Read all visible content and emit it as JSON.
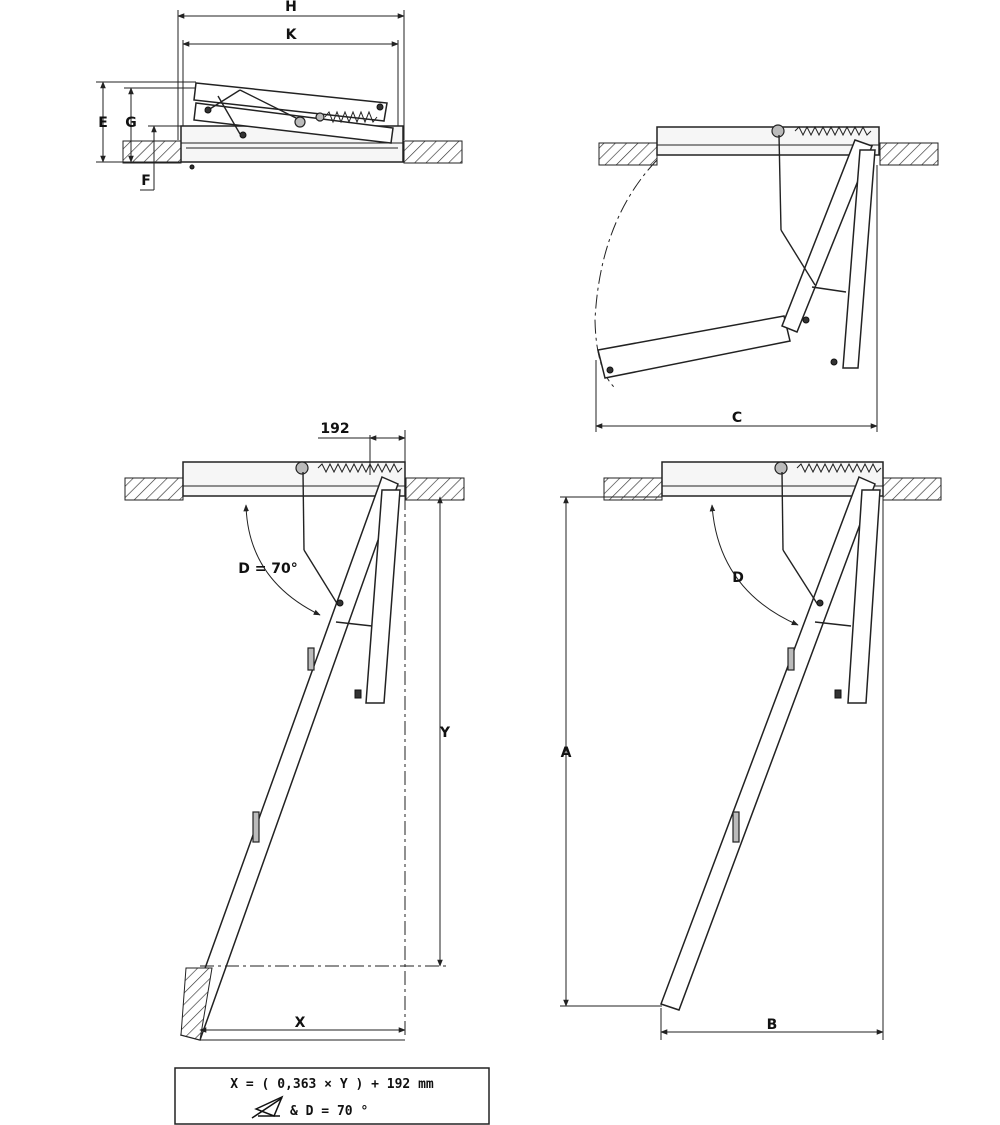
{
  "labels": {
    "H": "H",
    "K": "K",
    "E": "E",
    "G": "G",
    "F": "F",
    "C": "C",
    "offset_192": "192",
    "D_70": "D = 70°",
    "D": "D",
    "Y": "Y",
    "A": "A",
    "X": "X",
    "B": "B"
  },
  "formula": {
    "line1": "X = (  0,363  × Y )  +   192   mm",
    "line2": "&  D  = 70 °"
  }
}
